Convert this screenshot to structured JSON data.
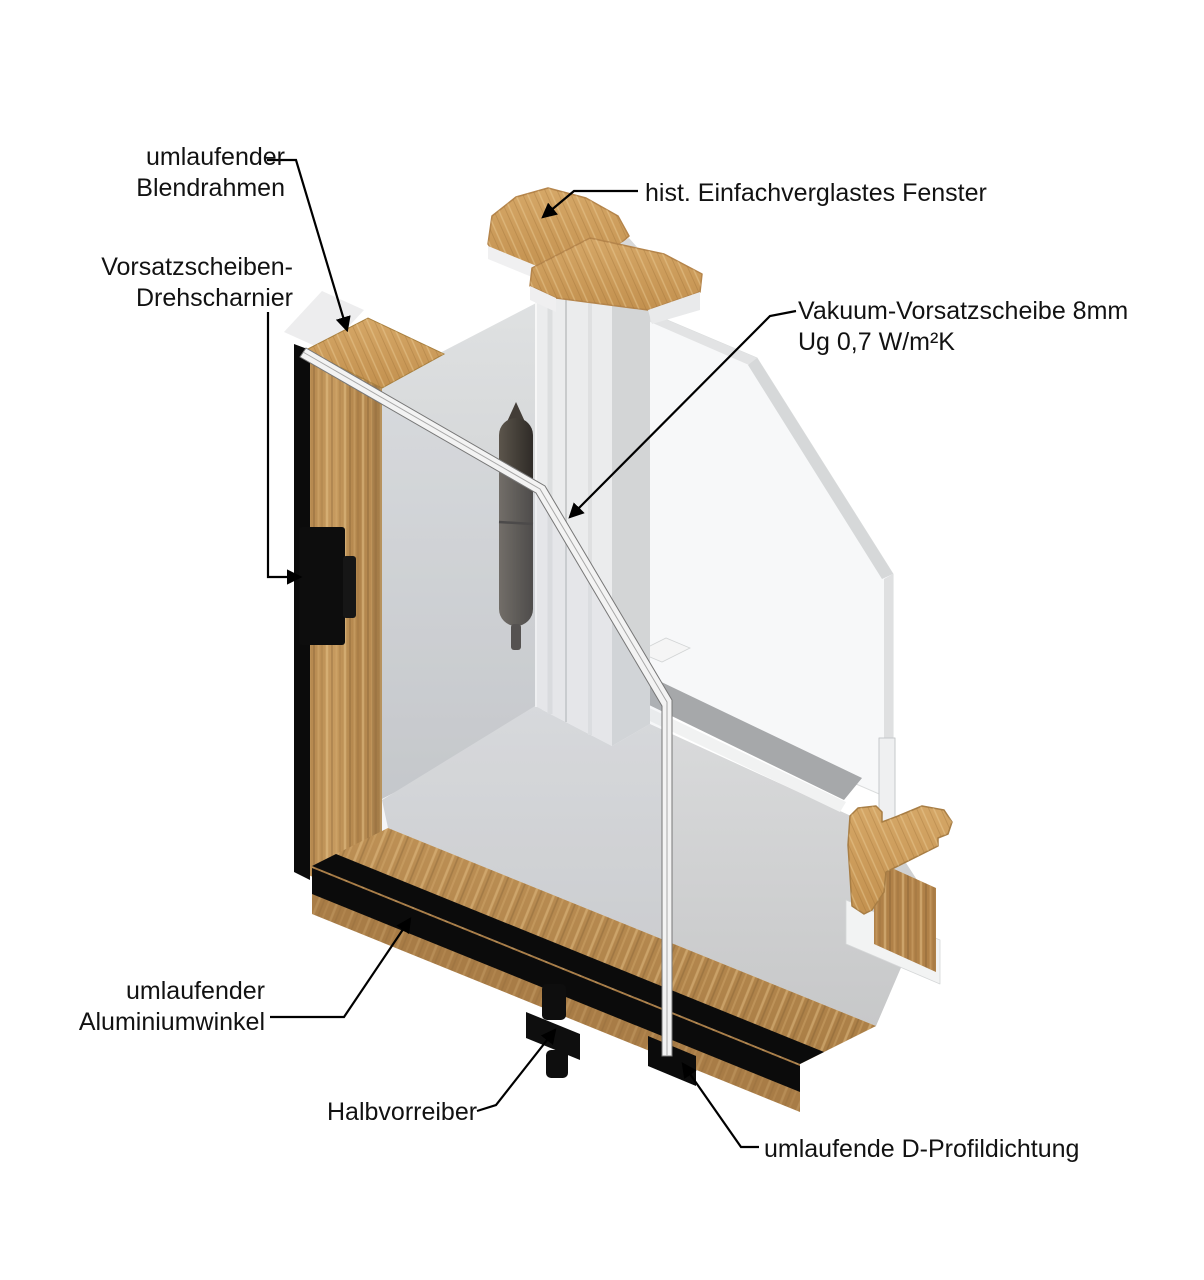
{
  "page": {
    "background": "#ffffff",
    "description": "Isometric cutaway diagram of a vacuum secondary glazing retrofit on a historic single glazed window"
  },
  "labels": {
    "blendrahmen": {
      "lines": [
        "umlaufender",
        "Blendrahmen"
      ]
    },
    "drehscharnier": {
      "lines": [
        "Vorsatzscheiben-",
        "Drehscharnier"
      ]
    },
    "hist_fenster": {
      "lines": [
        "hist. Einfachverglastes Fenster"
      ]
    },
    "vakuum": {
      "lines": [
        "Vakuum-Vorsatzscheibe 8mm",
        "Ug 0,7 W/m²K"
      ]
    },
    "aluwinkel": {
      "lines": [
        "umlaufender",
        "Aluminiumwinkel"
      ]
    },
    "halbvorreiber": {
      "lines": [
        "Halbvorreiber"
      ]
    },
    "dprofil": {
      "lines": [
        "umlaufende D-Profildichtung"
      ]
    }
  },
  "colors": {
    "wood_front": "#bf945a",
    "wood_side": "#a87c46",
    "wood_cut": "#cf9e60",
    "frame_white": "#ebeced",
    "frame_shadow": "#c5c7c9",
    "seal_black": "#0b0b0b",
    "hinge_dark": "#454039",
    "glass_edge": "#f3f3f3",
    "leader": "#000000"
  }
}
